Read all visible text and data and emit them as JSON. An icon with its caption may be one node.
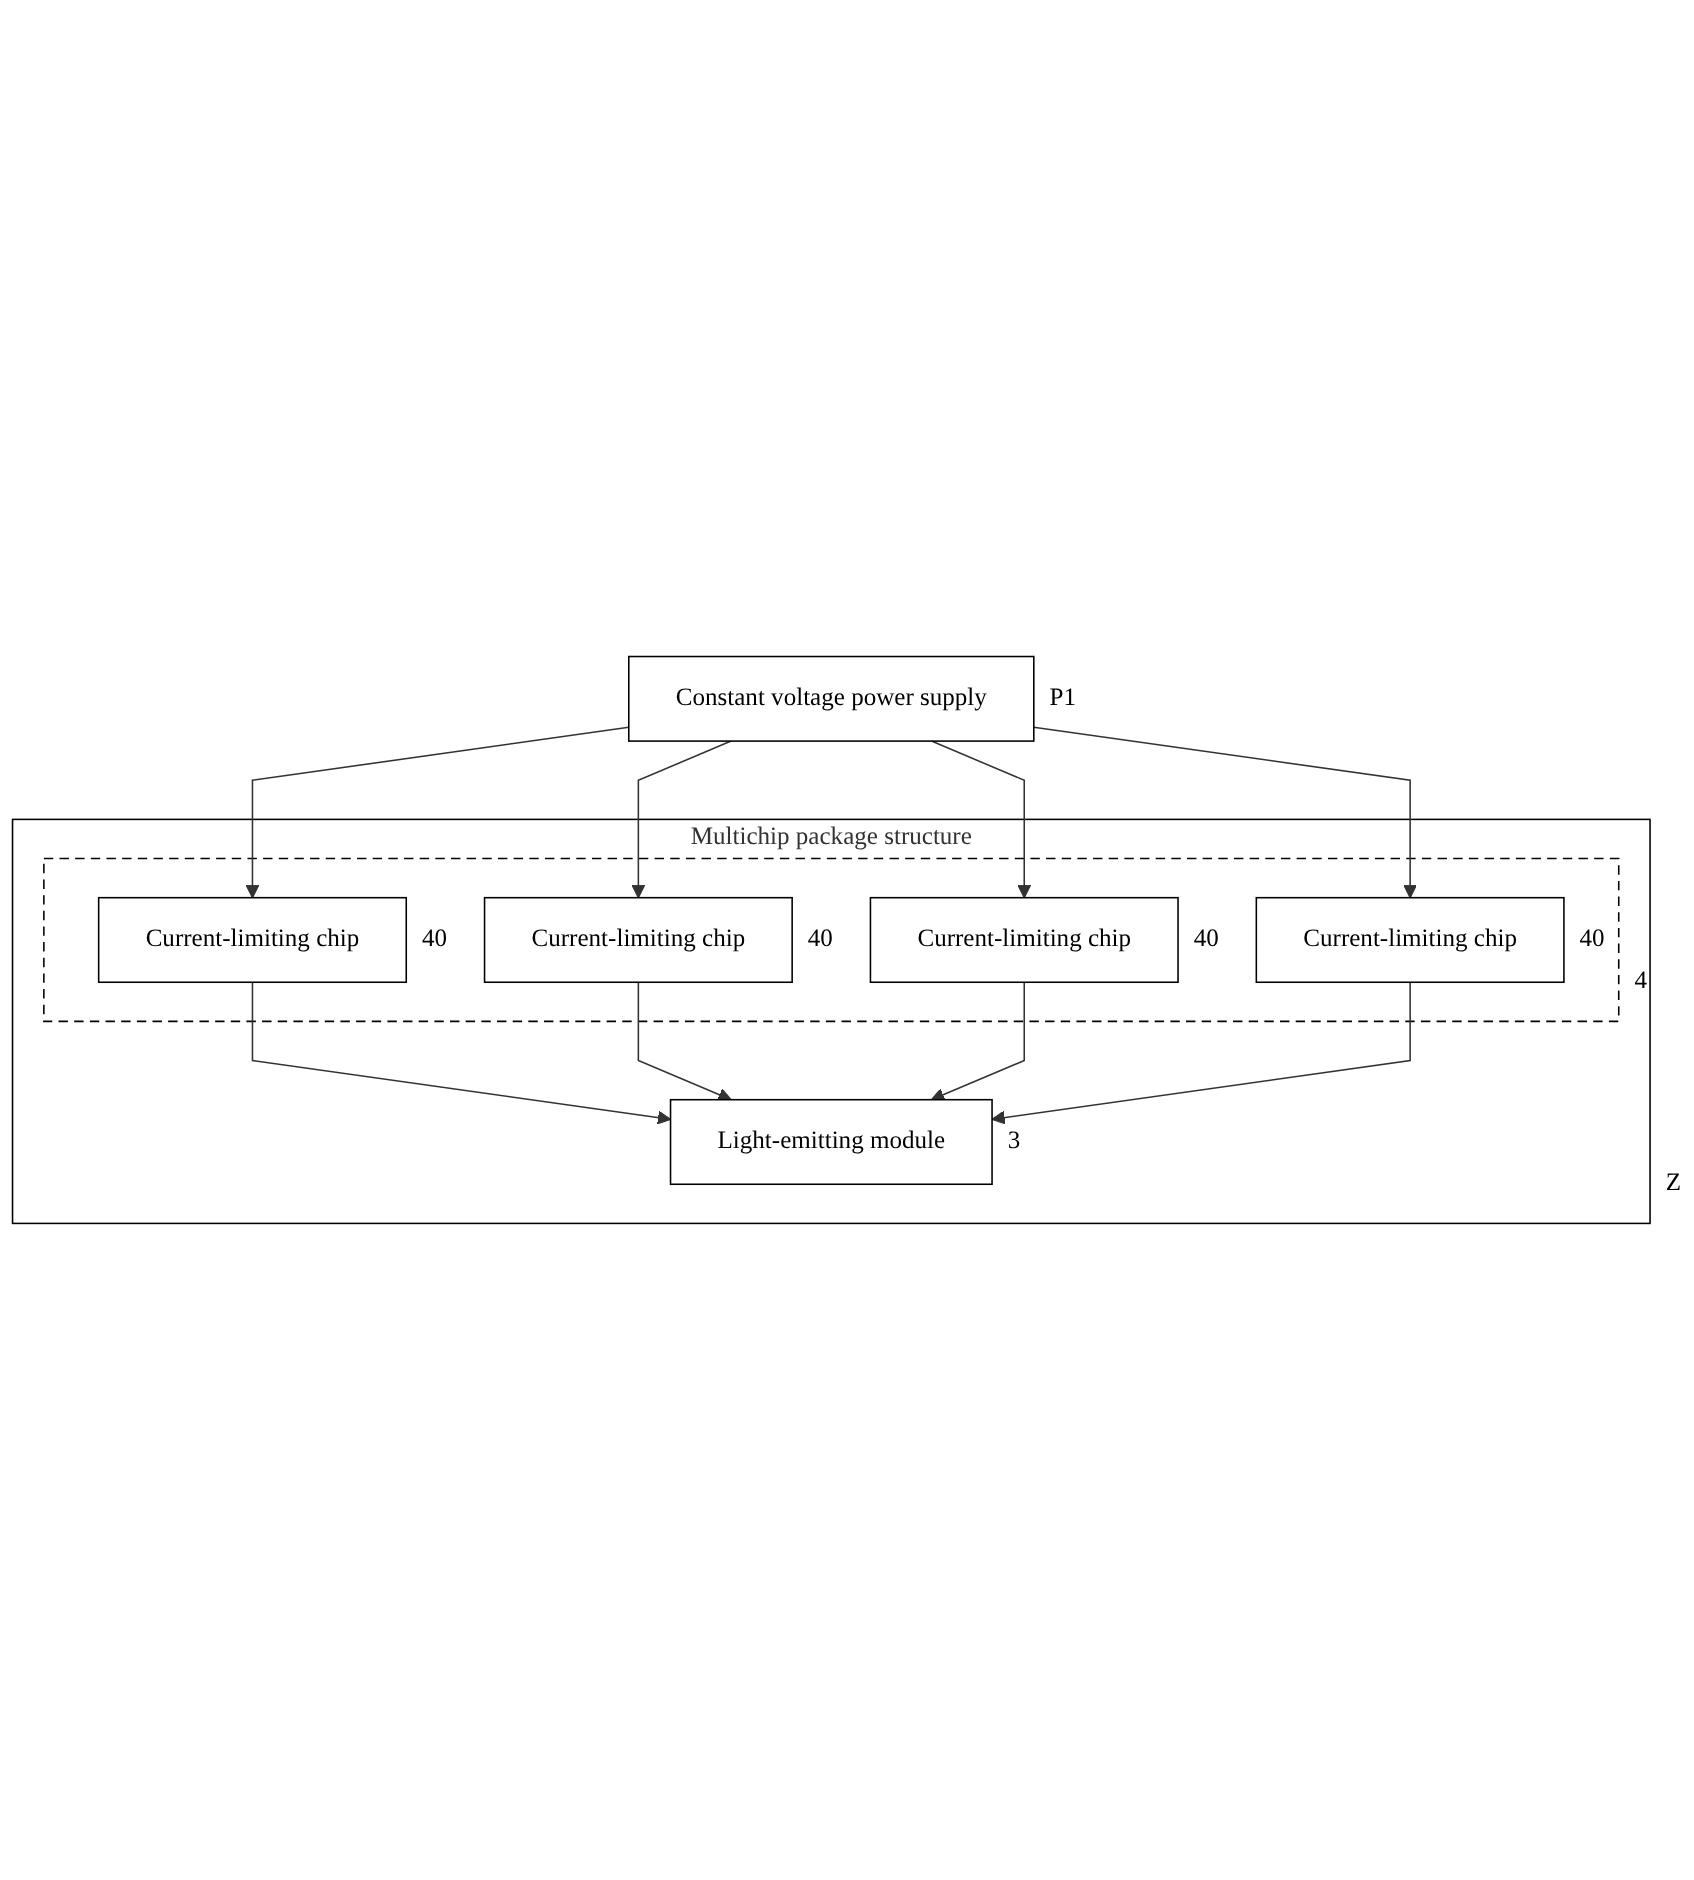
{
  "diagram": {
    "nodes": [
      {
        "text": [
          "Constant voltage power supply"
        ],
        "beside": [
          "P1"
        ]
      },
      {
        "text": [
          "Multichip package structure"
        ],
        "beside": [
          "Z"
        ]
      },
      {
        "text": [],
        "shape": "box",
        "in": 1,
        "beside": [
          "4"
        ]
      },
      {
        "text": [
          "Current-limiting chip"
        ],
        "in": 2,
        "beside": [
          "40"
        ]
      },
      {
        "text": [
          "Current-limiting chip"
        ],
        "in": 2,
        "beside": [
          "40"
        ]
      },
      {
        "text": [
          "Current-limiting chip"
        ],
        "in": 2,
        "beside": [
          "40"
        ]
      },
      {
        "text": [
          "Current-limiting chip"
        ],
        "in": 2,
        "beside": [
          "40"
        ]
      },
      {
        "text": [
          "Light-emitting module"
        ],
        "in": 1,
        "beside": [
          "3"
        ]
      }
    ],
    "edges": [
      {
        "from": 0,
        "to": 3,
        "arrow": "to"
      },
      {
        "from": 0,
        "to": 4,
        "arrow": "to"
      },
      {
        "from": 0,
        "to": 5,
        "arrow": "to"
      },
      {
        "from": 0,
        "to": 6,
        "arrow": "to"
      },
      {
        "from": 3,
        "to": 7,
        "arrow": "to"
      },
      {
        "from": 4,
        "to": 7,
        "arrow": "to"
      },
      {
        "from": 5,
        "to": 7,
        "arrow": "to"
      },
      {
        "from": 6,
        "to": 7,
        "arrow": "to"
      }
    ]
  }
}
